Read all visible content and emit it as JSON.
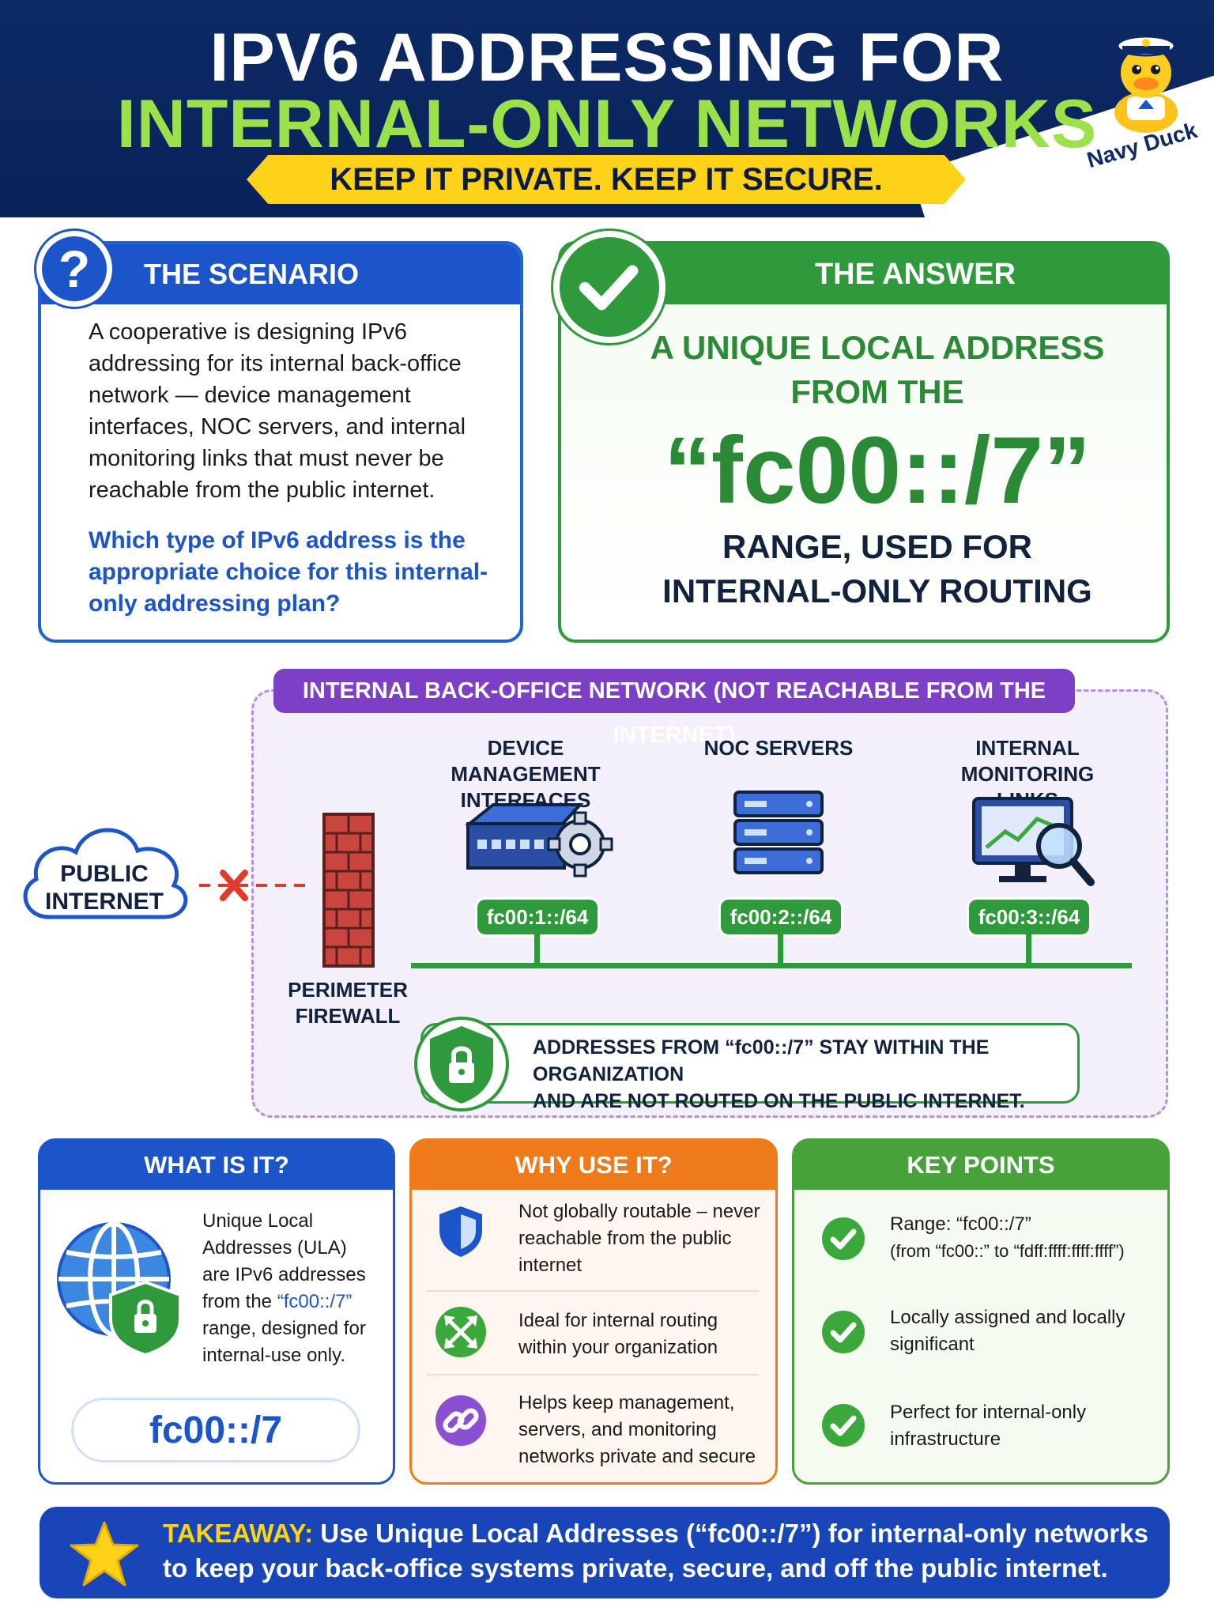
{
  "header": {
    "title_line1": "IPV6 ADDRESSING FOR",
    "title_line2": "INTERNAL-ONLY NETWORKS",
    "tagline": "KEEP IT PRIVATE. KEEP IT SECURE.",
    "brand": "Navy Duck",
    "colors": {
      "navy": "#0d2a66",
      "lime": "#9be24a",
      "yellow": "#ffd21a"
    }
  },
  "scenario": {
    "title": "THE SCENARIO",
    "badge": "?",
    "body": "A cooperative is designing IPv6 addressing for its internal back-office network — device management interfaces, NOC servers, and internal monitoring links that must never be reachable from the public internet.",
    "question": "Which type of IPv6 address is the appropriate choice for this internal-only addressing plan?"
  },
  "answer": {
    "title": "THE ANSWER",
    "line1": "A UNIQUE LOCAL ADDRESS",
    "line2": "FROM THE",
    "big": "“fc00::/7”",
    "line3": "RANGE, USED FOR",
    "line4": "INTERNAL-ONLY ROUTING"
  },
  "network": {
    "title": "INTERNAL BACK-OFFICE NETWORK (NOT REACHABLE FROM THE INTERNET)",
    "cloud_line1": "PUBLIC",
    "cloud_line2": "INTERNET",
    "firewall_line1": "PERIMETER",
    "firewall_line2": "FIREWALL",
    "nodes": [
      {
        "label_line1": "DEVICE MANAGEMENT",
        "label_line2": "INTERFACES",
        "subnet": "fc00:1::/64",
        "icon": "switch-gear-icon"
      },
      {
        "label_line1": "NOC SERVERS",
        "label_line2": "",
        "subnet": "fc00:2::/64",
        "icon": "server-rack-icon"
      },
      {
        "label_line1": "INTERNAL MONITORING",
        "label_line2": "LINKS",
        "subnet": "fc00:3::/64",
        "icon": "monitor-magnifier-icon"
      }
    ],
    "note_line1": "ADDRESSES FROM “fc00::/7” STAY WITHIN THE ORGANIZATION",
    "note_line2": "AND ARE NOT ROUTED ON THE PUBLIC INTERNET."
  },
  "what": {
    "title": "WHAT IS IT?",
    "text_pre": "Unique Local Addresses (ULA) are IPv6 addresses from the ",
    "text_hl": "“fc00::/7”",
    "text_post": " range, designed for internal-use only.",
    "pill": "fc00::/7"
  },
  "why": {
    "title": "WHY USE IT?",
    "items": [
      {
        "text": "Not globally routable – never reachable from the public internet",
        "icon": "shield-icon"
      },
      {
        "text": "Ideal for internal routing within your organization",
        "icon": "routing-arrows-icon"
      },
      {
        "text": "Helps keep management, servers, and monitoring networks private and secure",
        "icon": "link-icon"
      }
    ]
  },
  "key": {
    "title": "KEY POINTS",
    "items": [
      {
        "text": "Range: “fc00::/7”",
        "sub": "(from “fc00::” to “fdff:ffff:ffff:ffff”)"
      },
      {
        "text": "Locally assigned and locally significant",
        "sub": ""
      },
      {
        "text": "Perfect for internal-only infrastructure",
        "sub": ""
      }
    ]
  },
  "takeaway": {
    "label": "TAKEAWAY:",
    "text": " Use Unique Local Addresses (“fc00::/7”) for internal-only networks to keep your back-office systems private, secure, and off the public internet."
  }
}
